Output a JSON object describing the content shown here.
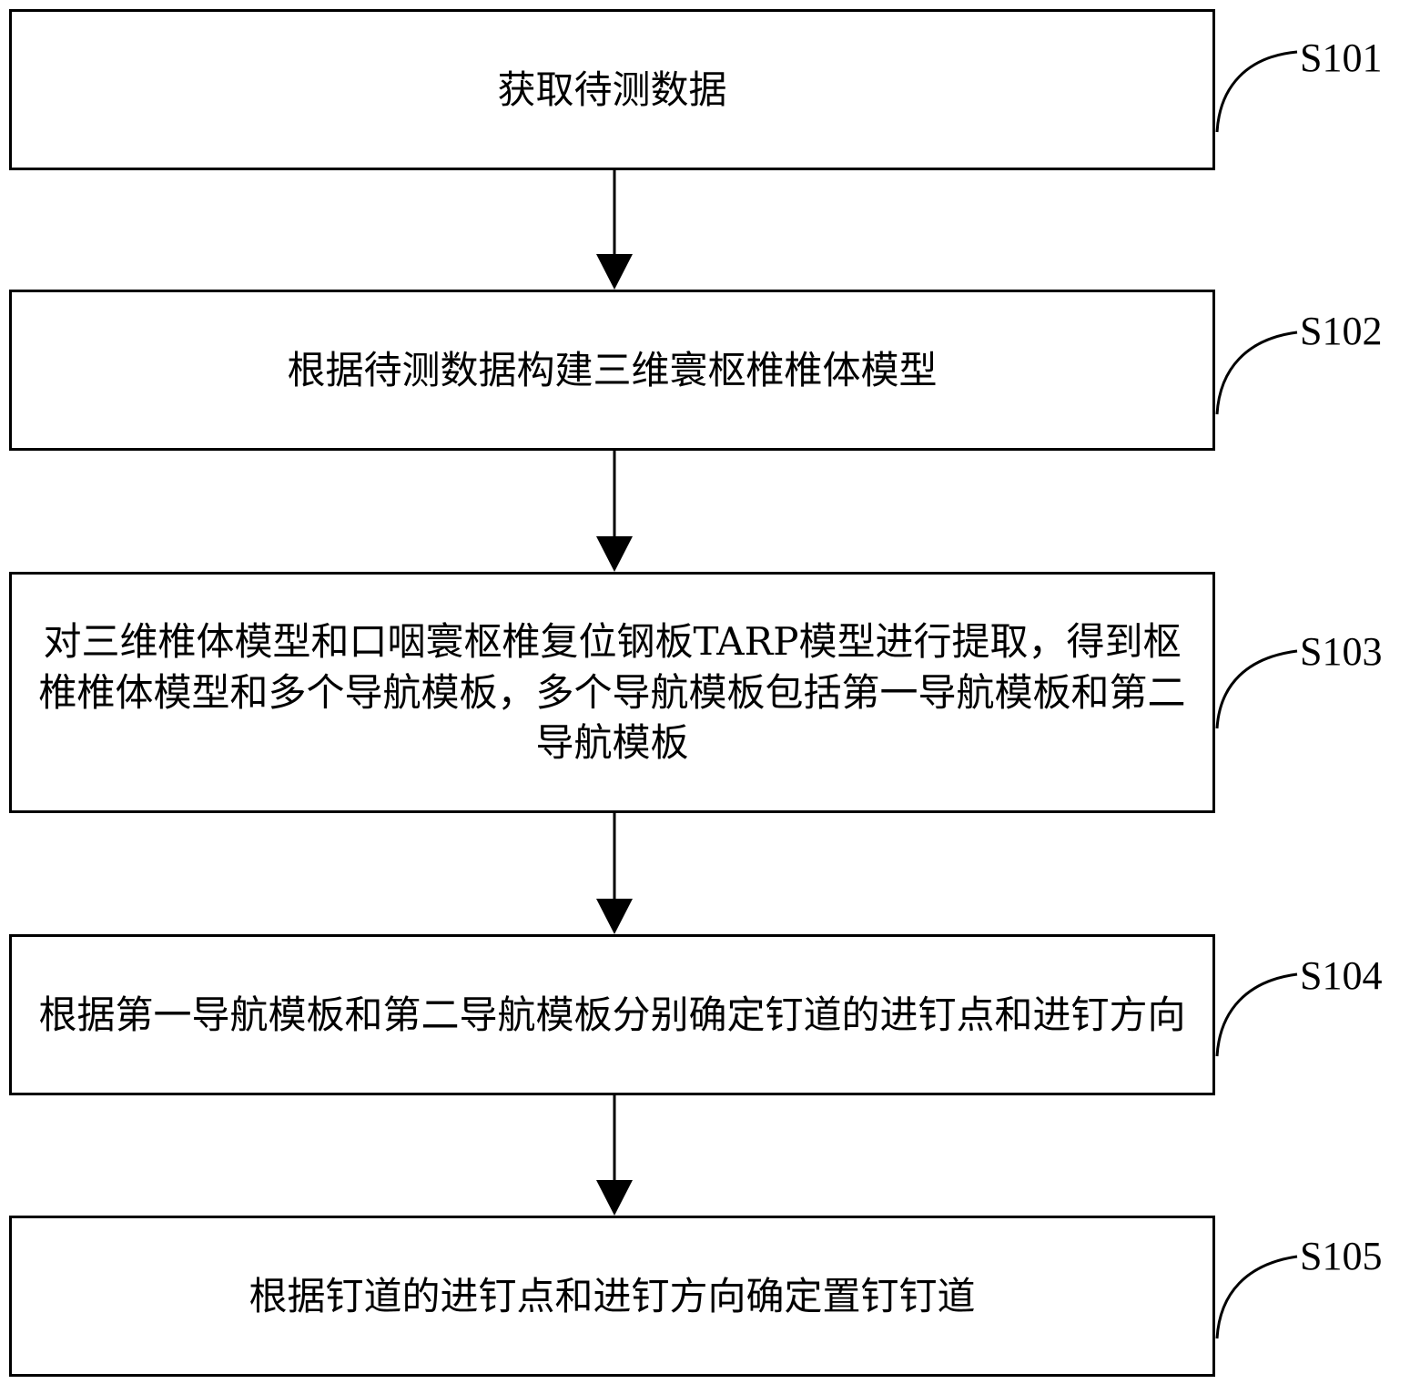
{
  "diagram": {
    "type": "flowchart",
    "direction": "top-to-bottom",
    "steps": [
      {
        "id": "S101",
        "label": "S101",
        "text": "获取待测数据"
      },
      {
        "id": "S102",
        "label": "S102",
        "text": "根据待测数据构建三维寰枢椎椎体模型"
      },
      {
        "id": "S103",
        "label": "S103",
        "text": "对三维椎体模型和口咽寰枢椎复位钢板TARP模型进行提取，得到枢椎椎体模型和多个导航模板，多个导航模板包括第一导航模板和第二导航模板"
      },
      {
        "id": "S104",
        "label": "S104",
        "text": "根据第一导航模板和第二导航模板分别确定钉道的进钉点和进钉方向"
      },
      {
        "id": "S105",
        "label": "S105",
        "text": "根据钉道的进钉点和进钉方向确定置钉钉道"
      }
    ],
    "edges": [
      {
        "from": "S101",
        "to": "S102"
      },
      {
        "from": "S102",
        "to": "S103"
      },
      {
        "from": "S103",
        "to": "S104"
      },
      {
        "from": "S104",
        "to": "S105"
      }
    ]
  }
}
